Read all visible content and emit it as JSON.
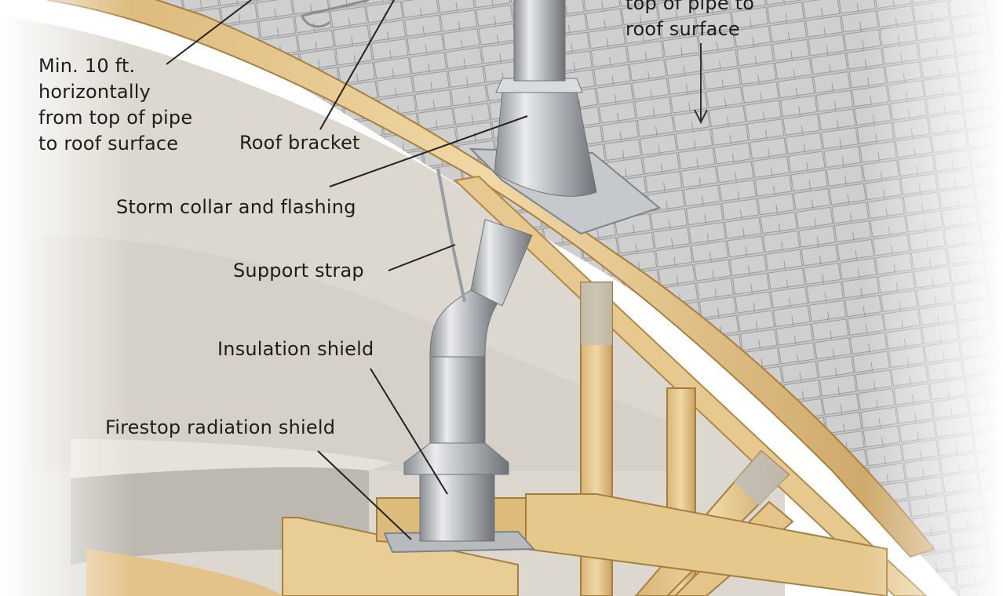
{
  "labels": {
    "clearance_horizontal": "Min. 10 ft.\nhorizontally\nfrom top of pipe\nto roof surface",
    "clearance_vertical_partial": "top of pipe to\nroof surface",
    "roof_bracket": "Roof bracket",
    "storm_collar": "Storm collar and flashing",
    "support_strap": "Support strap",
    "insulation_shield": "Insulation shield",
    "firestop": "Firestop radiation shield"
  },
  "colors": {
    "shingles": "#c7c7c7",
    "insulation": "#ddd9d0",
    "lumber": "#e6c88e",
    "metal": "#b9bcbf",
    "text": "#1d1d1d"
  }
}
